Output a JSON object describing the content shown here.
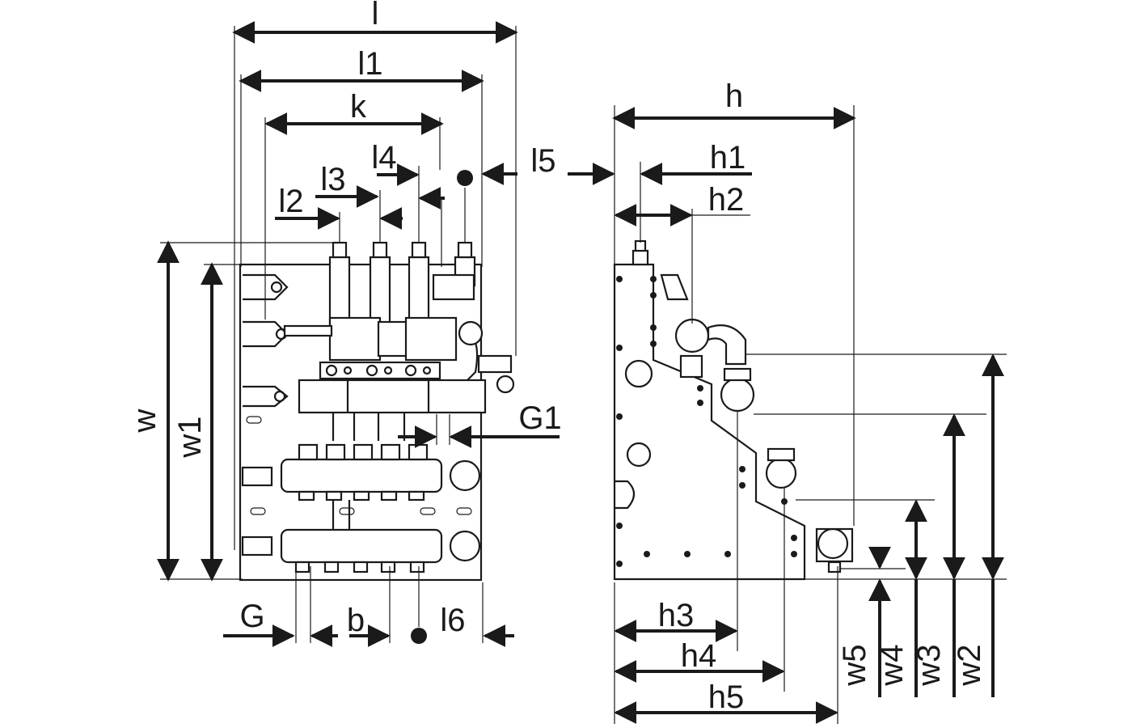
{
  "front_view": {
    "dims": {
      "l": "l",
      "l1": "l1",
      "k": "k",
      "l2": "l2",
      "l3": "l3",
      "l4": "l4",
      "l5": "l5",
      "w": "w",
      "w1": "w1",
      "G": "G",
      "b": "b",
      "l6": "l6",
      "G1": "G1"
    }
  },
  "side_view": {
    "dims": {
      "h": "h",
      "h1": "h1",
      "h2": "h2",
      "h3": "h3",
      "h4": "h4",
      "h5": "h5",
      "w2": "w2",
      "w3": "w3",
      "w4": "w4",
      "w5": "w5"
    }
  }
}
